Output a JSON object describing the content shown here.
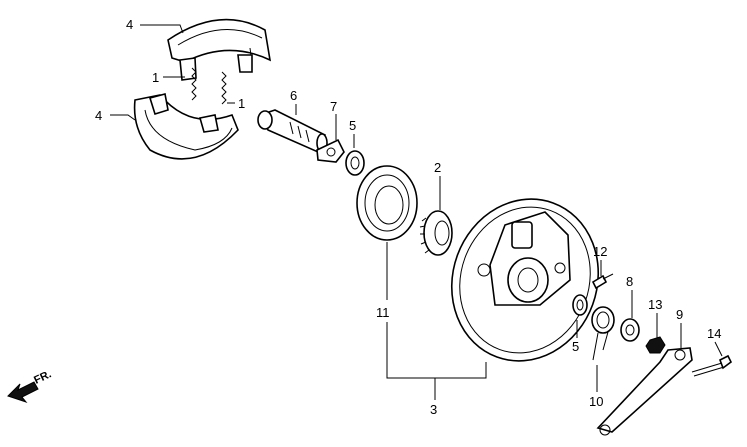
{
  "labels": {
    "shoe_upper": "4",
    "shoe_lower": "4",
    "spring_upper": "1",
    "spring_lower": "1",
    "cam": "6",
    "indicator": "7",
    "seal_a": "5",
    "seal_b": "5",
    "bearing_seal": "11",
    "gear": "2",
    "panel_assembly": "3",
    "bolt_small": "12",
    "washer": "8",
    "return_spring": "10",
    "nut": "13",
    "brake_arm": "9",
    "bolt_long": "14"
  },
  "direction_marker": "FR."
}
